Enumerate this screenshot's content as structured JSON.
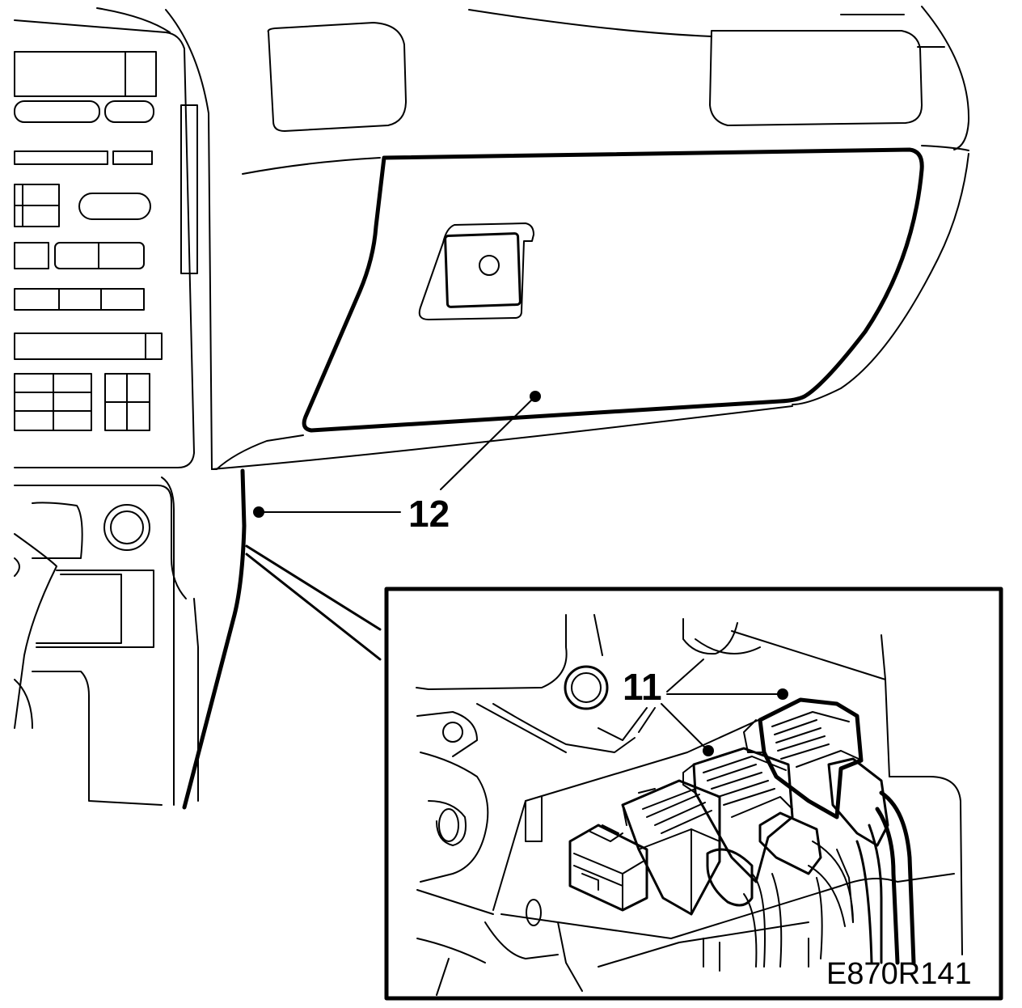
{
  "callouts": {
    "glovebox": "12",
    "connectors": "11"
  },
  "figure_code": "E870R141",
  "colors": {
    "line": "#000000",
    "background": "#ffffff"
  }
}
